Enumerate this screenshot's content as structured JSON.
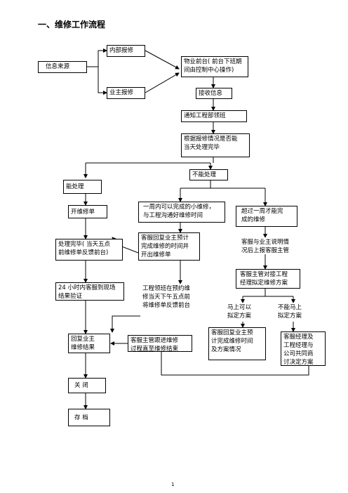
{
  "title": "一、维修工作流程",
  "nodes": {
    "info_source": "信息来源",
    "internal_report": "内部报修",
    "owner_report": "业主报修",
    "front_desk": "物业前台( 前台下班期\n间由控制中心操作)",
    "receive_info": "接收信息",
    "notify_team": "通知工程部领班",
    "judge_today": "根据报修情况是否能\n当天处理完毕",
    "can_handle": "能处理",
    "cannot_handle": "不能处理",
    "open_order": "开维修单",
    "within_week": "一周内可以完成的小维修，\n与工程沟通好维修时间",
    "over_week": "超过一周才能完\n成的维修",
    "done_report": "处理完毕( 当天五点\n前维修单反馈前台)",
    "cs_estimate": "客服回复业主预计\n完成维修的时间并\n开出维修单",
    "cs_explain": "客服与业主说明情\n况后上报客服主管",
    "supervisor_contact": "客服主管对接工程\n经理拟定维修方案",
    "visit_24h": "24 小时内客服到现场\n结果验证",
    "foreman_feedback": "工程领班在预约维\n修当天下午五点前\n将维修单反馈前台",
    "immediate_plan": "马上可以\n拟定方案",
    "not_immediate_plan": "不能马上\n拟定方案",
    "reply_owner": "回复业主\n维修结果",
    "supervisor_follow": "客服主管跟进维修\n过程直至维修结束",
    "cs_reply_plan": "客服回复业主预\n计完成维修时间\n及方案情况",
    "manager_joint": "客服经理及\n工程经理与\n公司共同商\n讨决定方案",
    "close": "关   闭",
    "archive": "存 档"
  },
  "page_number": "1"
}
